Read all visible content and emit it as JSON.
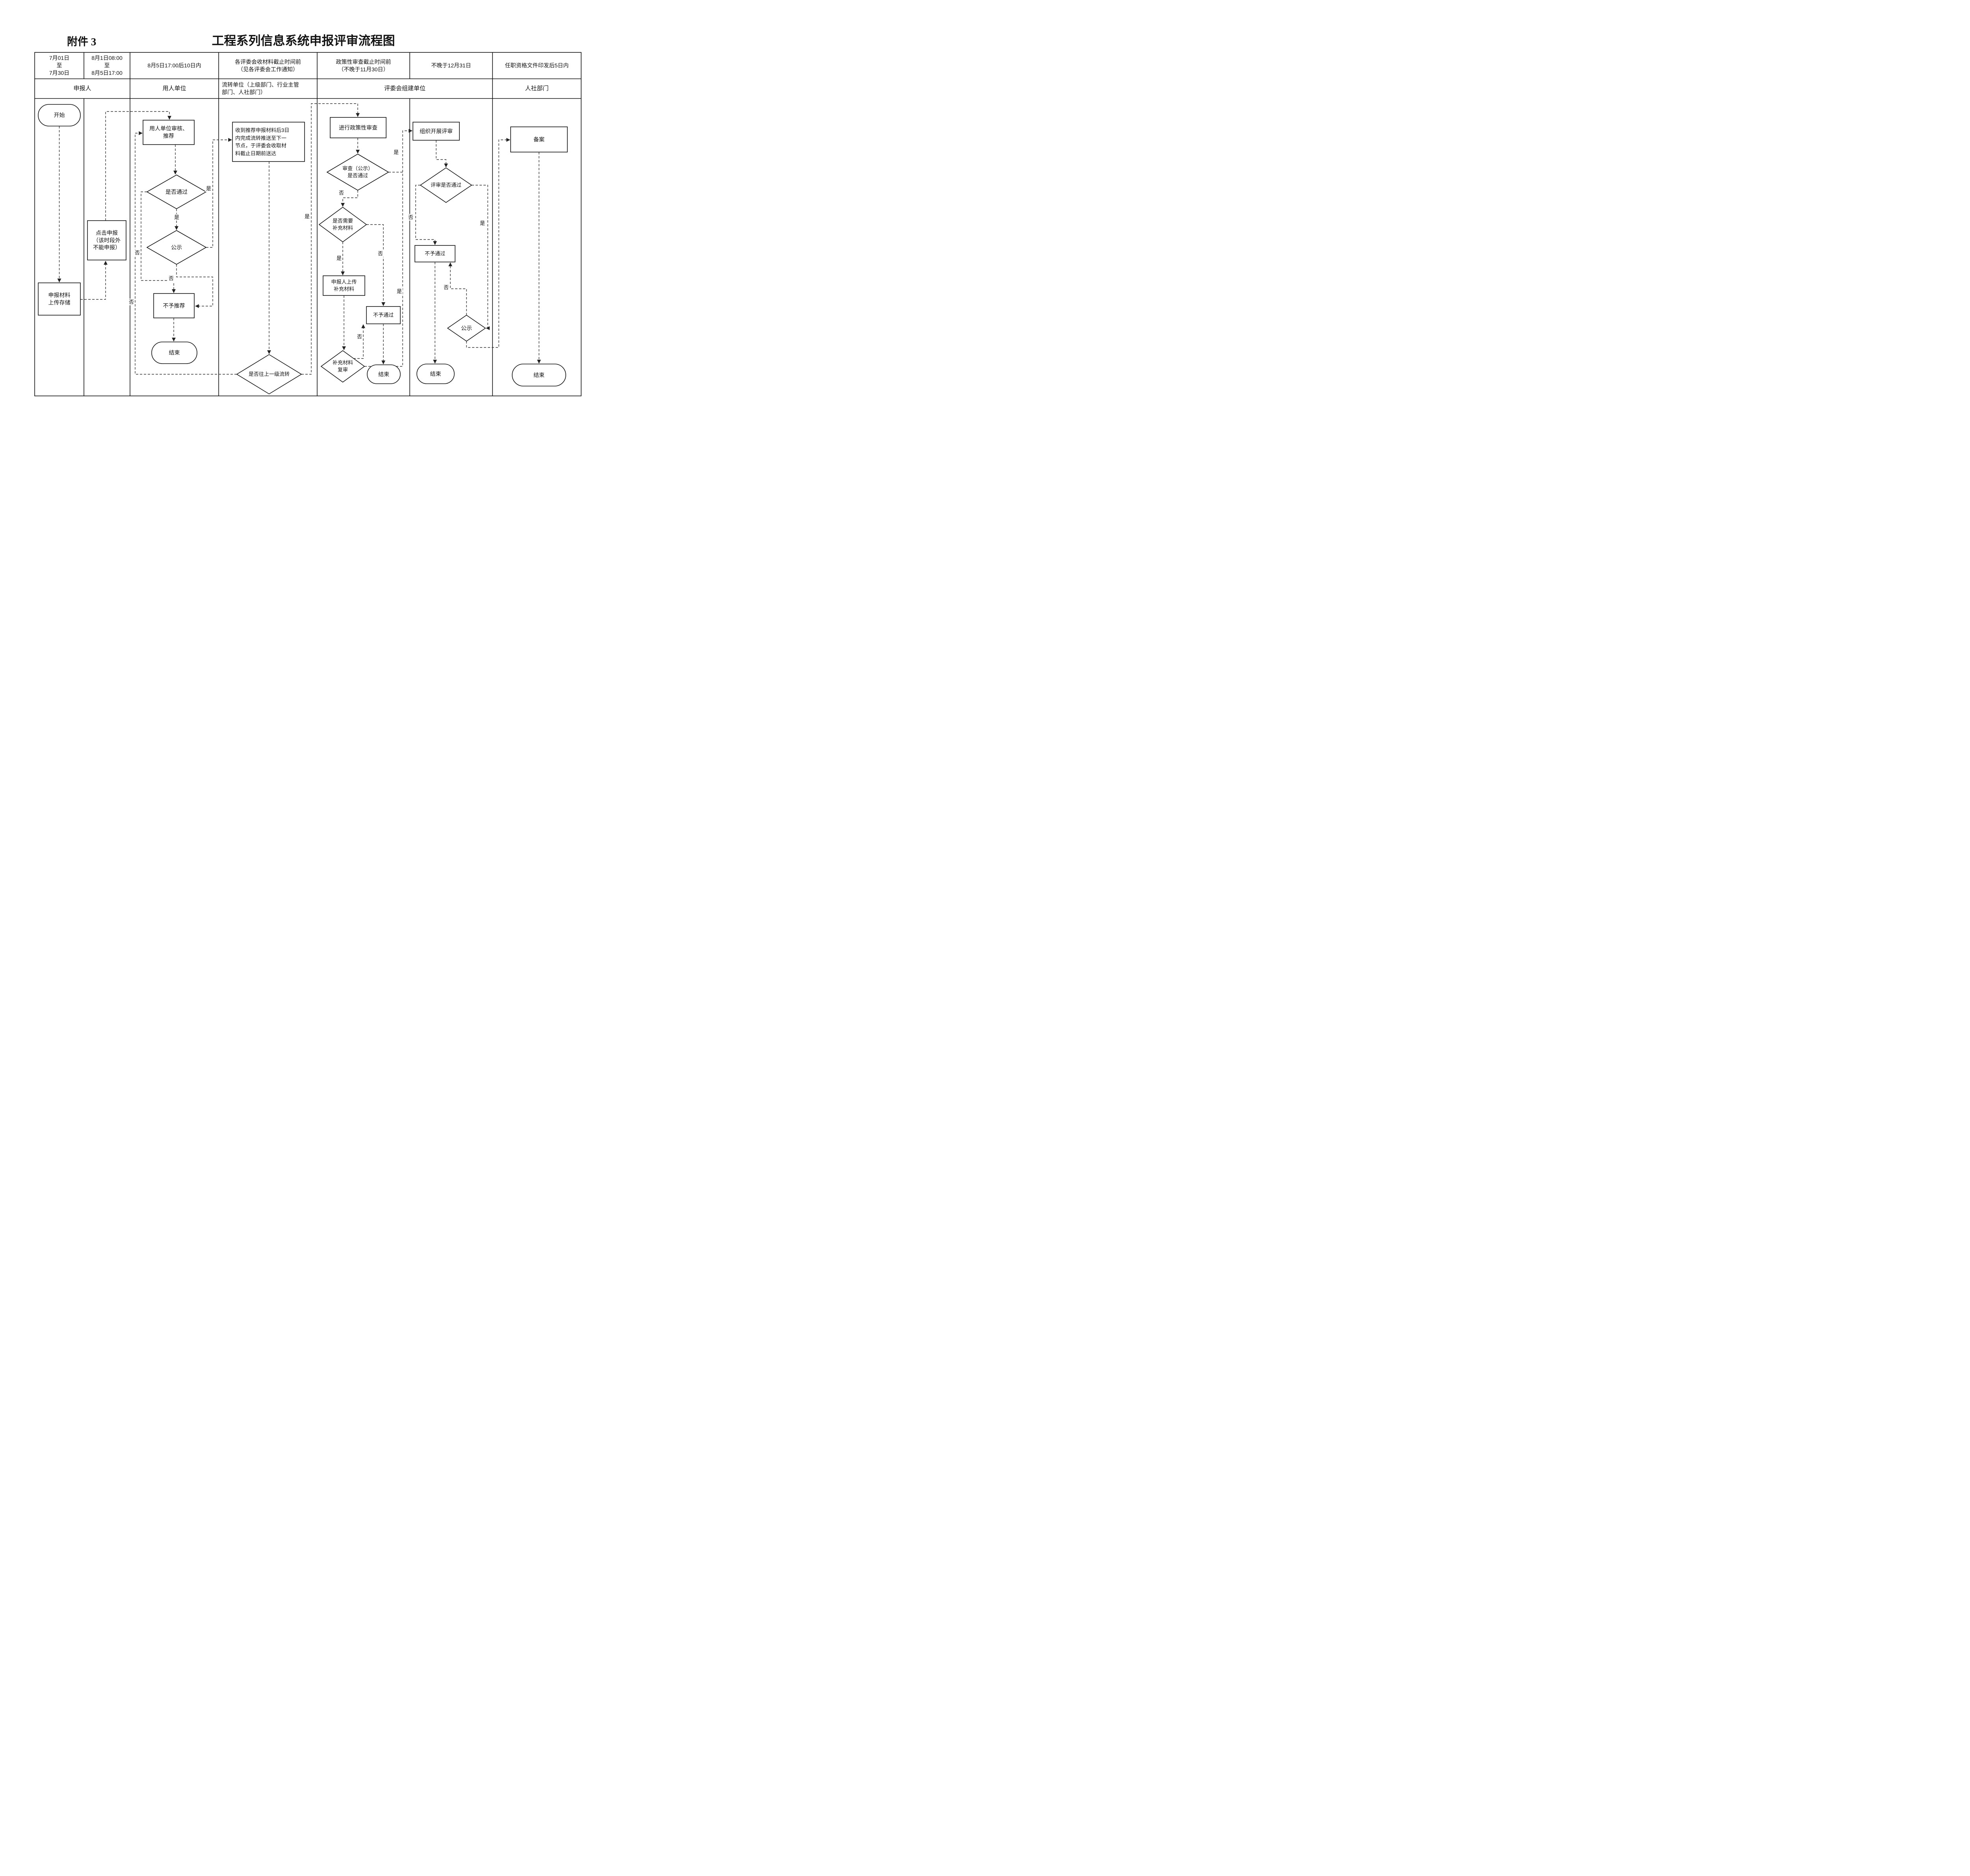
{
  "page": {
    "attachment": "附件 3",
    "title": "工程系列信息系统申报评审流程图"
  },
  "header": {
    "time_columns": [
      "7月01日\n至\n7月30日",
      "8月1日08:00\n至\n8月5日17:00",
      "8月5日17:00后10日内",
      "各评委会收材料截止时间前\n（见各评委会工作通知）",
      "政策性审查截止时间前\n（不晚于11月30日）",
      "不晚于12月31日",
      "任职资格文件印发后5日内"
    ],
    "role_columns": [
      "申报人",
      "用人单位",
      "流转单位（上级部门、行业主管\n部门、人社部门）",
      "评委会组建单位",
      "人社部门"
    ]
  },
  "nodes": {
    "start": "开始",
    "upload": "申报材料\n上传存储",
    "click_apply": "点击申报\n（该时段外\n不能申报）",
    "employer_review": "用人单位审核、\n推荐",
    "pass1": "是否通过",
    "publicity1": "公示",
    "no_recommend": "不予推荐",
    "end1": "结束",
    "transfer": "收到推荐申报材料后3日\n内完成流转推送至下一\n节点，于评委会收取材\n料截止日期前送达",
    "transfer_up": "是否往上一级流转",
    "policy_review": "进行政策性审查",
    "review_pass": "审查（公示）\n是否通过",
    "need_supplement": "是否需要\n补充材料",
    "upload_supplement": "申报人上传\n补充材料",
    "not_pass1": "不予通过",
    "supplement_rereview": "补充材料\n复审",
    "end2": "结束",
    "organize_review": "组织开展评审",
    "eval_pass": "评审是否通过",
    "not_pass2": "不予通过",
    "publicity2": "公示",
    "end3": "结束",
    "record": "备案",
    "end4": "结束"
  },
  "edge_labels": [
    "是",
    "是",
    "否",
    "否",
    "否",
    "是",
    "是",
    "否",
    "是",
    "否",
    "是",
    "否",
    "否",
    "是",
    "否"
  ]
}
